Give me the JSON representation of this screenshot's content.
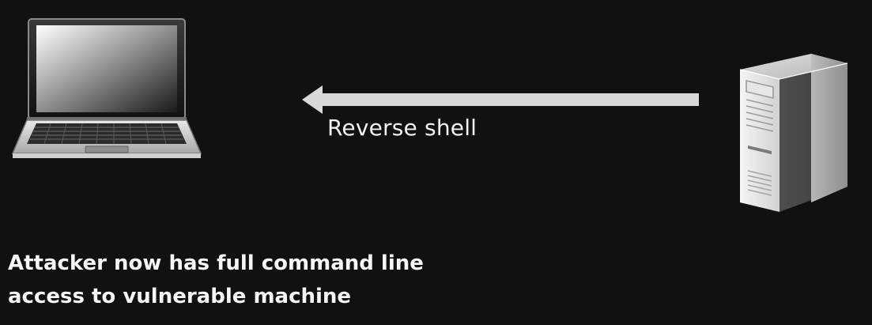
{
  "diagram": {
    "nodes": [
      {
        "id": "attacker",
        "icon": "laptop-icon"
      },
      {
        "id": "victim",
        "icon": "server-icon"
      }
    ],
    "edges": [
      {
        "from": "victim",
        "to": "attacker",
        "label": "Reverse shell",
        "direction": "right-to-left"
      }
    ]
  },
  "arrow": {
    "label": "Reverse shell",
    "color": "#d9d9d9"
  },
  "caption": {
    "line1": "Attacker now has full command line",
    "line2": "access to vulnerable machine"
  },
  "colors": {
    "background": "#111111",
    "text": "#f2f2f2"
  }
}
